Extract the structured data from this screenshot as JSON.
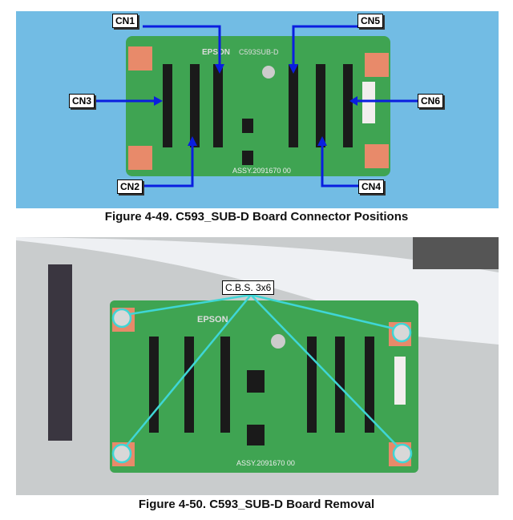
{
  "figure1": {
    "caption": "Figure 4-49. C593_SUB-D Board Connector Positions",
    "labels": [
      "CN1",
      "CN5",
      "CN3",
      "CN6",
      "CN2",
      "CN4"
    ],
    "board_text": {
      "brand": "EPSON",
      "model": "C593SUB-D",
      "assy": "ASSY.2091670  00"
    }
  },
  "figure2": {
    "caption": "Figure 4-50. C593_SUB-D Board Removal",
    "screw_label": "C.B.S. 3x6"
  },
  "colors": {
    "photo_bg": "#6fb9e3",
    "board": "#3da24f",
    "arrow": "#0a1ee0",
    "pointer": "#3fd6d6"
  }
}
